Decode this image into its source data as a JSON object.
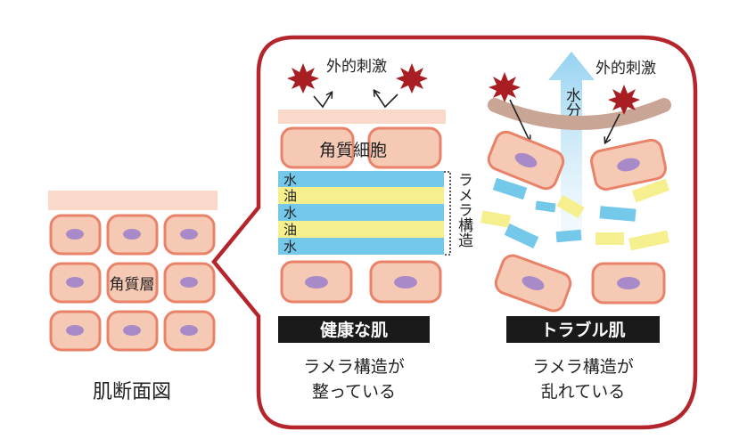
{
  "left_panel": {
    "layer_label": "角質層",
    "caption": "肌断面図"
  },
  "healthy": {
    "stimulus_label": "外的刺激",
    "cell_label": "角質細胞",
    "bands": [
      "水",
      "油",
      "水",
      "油",
      "水"
    ],
    "lamellar_label": "ラメラ構造",
    "title": "健康な肌",
    "caption_line1": "ラメラ構造が",
    "caption_line2": "整っている"
  },
  "trouble": {
    "stimulus_label": "外的刺激",
    "water_label": "水分",
    "title": "トラブル肌",
    "caption_line1": "ラメラ構造が",
    "caption_line2": "乱れている"
  },
  "colors": {
    "frame_red": "#b5262c",
    "cell_fill": "#f6c9b4",
    "cell_border": "#e8836a",
    "nucleus": "#a98ac9",
    "water_band": "#74c8ea",
    "oil_band": "#f5ef8e",
    "stimulus_star": "#a81e23",
    "barrier_top": "#fbd9ca"
  },
  "icons": [
    "stimulus-burst-icon",
    "arrow-icon",
    "water-up-arrow-icon"
  ]
}
